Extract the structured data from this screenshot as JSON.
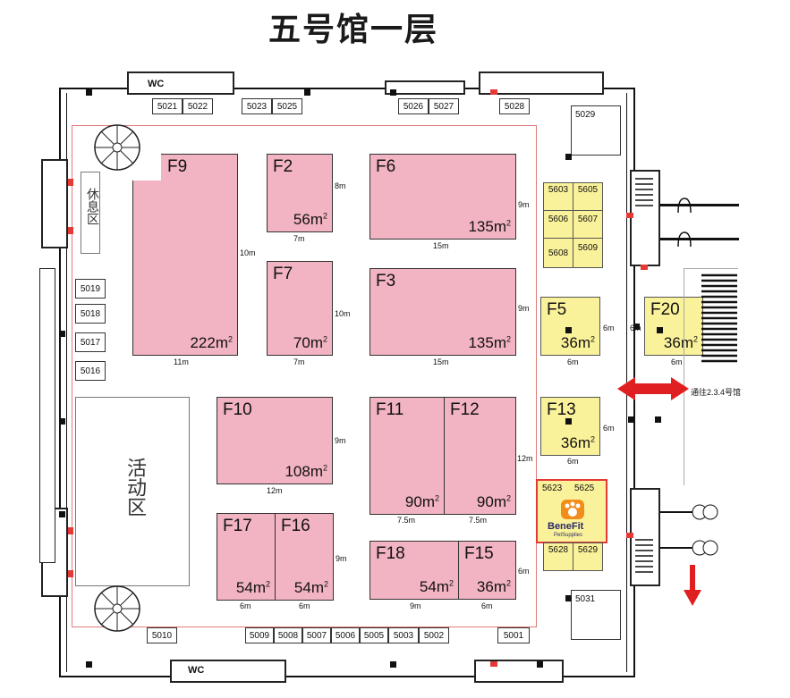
{
  "title": "五号馆一层",
  "wc_labels": [
    "WC",
    "WC"
  ],
  "rest_area": "休息区",
  "activity_area": "活动区",
  "passage_note": "通往2.3.4号馆",
  "logo": {
    "main": "BeneFit",
    "sub": "PetSupplies"
  },
  "top_booths": [
    "5021",
    "5022",
    "5023",
    "5025",
    "5026",
    "5027",
    "5028"
  ],
  "right_top_booth": "5029",
  "right_bottom_booth": "5031",
  "left_booths": [
    "5019",
    "5018",
    "5017",
    "5016"
  ],
  "bottom_booths": [
    "5010",
    "5009",
    "5008",
    "5007",
    "5006",
    "5005",
    "5003",
    "5002",
    "5001"
  ],
  "yellow_grid_top": [
    "5603",
    "5605",
    "5606",
    "5607",
    "5608",
    "5609"
  ],
  "yellow_grid_bottom": [
    "5623",
    "5625",
    "5628",
    "5629"
  ],
  "pink_booths": [
    {
      "id": "F9",
      "area": "222m",
      "w_dim": "11m",
      "h_dim": "10m"
    },
    {
      "id": "F2",
      "area": "56m",
      "w_dim": "7m",
      "h_dim": "8m"
    },
    {
      "id": "F6",
      "area": "135m",
      "w_dim": "15m",
      "h_dim": "9m"
    },
    {
      "id": "F7",
      "area": "70m",
      "w_dim": "7m",
      "h_dim": "10m"
    },
    {
      "id": "F3",
      "area": "135m",
      "w_dim": "15m",
      "h_dim": "9m"
    },
    {
      "id": "F10",
      "area": "108m",
      "w_dim": "12m",
      "h_dim": "9m"
    },
    {
      "id": "F11",
      "area": "90m",
      "w_dim": "7.5m",
      "h_dim": ""
    },
    {
      "id": "F12",
      "area": "90m",
      "w_dim": "7.5m",
      "h_dim": "12m"
    },
    {
      "id": "F17",
      "area": "54m",
      "w_dim": "6m",
      "h_dim": ""
    },
    {
      "id": "F16",
      "area": "54m",
      "w_dim": "6m",
      "h_dim": "9m"
    },
    {
      "id": "F18",
      "area": "54m",
      "w_dim": "9m",
      "h_dim": ""
    },
    {
      "id": "F15",
      "area": "36m",
      "w_dim": "6m",
      "h_dim": "6m"
    }
  ],
  "yellow_booths": [
    {
      "id": "F5",
      "area": "36m",
      "w_dim": "6m",
      "h_dim": "6m"
    },
    {
      "id": "F20",
      "area": "36m",
      "w_dim": "6m",
      "h_dim": "6m"
    },
    {
      "id": "F13",
      "area": "36m",
      "w_dim": "6m",
      "h_dim": "6m"
    }
  ],
  "superscript": "2",
  "colors": {
    "pink": "#f2b3c2",
    "yellow": "#faf29a",
    "highlight": "#e53935",
    "arrow": "#e02020"
  },
  "icons": [
    "staircase-icon",
    "double-arrow-icon",
    "down-arrow-icon",
    "door-icon",
    "escalator-icon"
  ]
}
